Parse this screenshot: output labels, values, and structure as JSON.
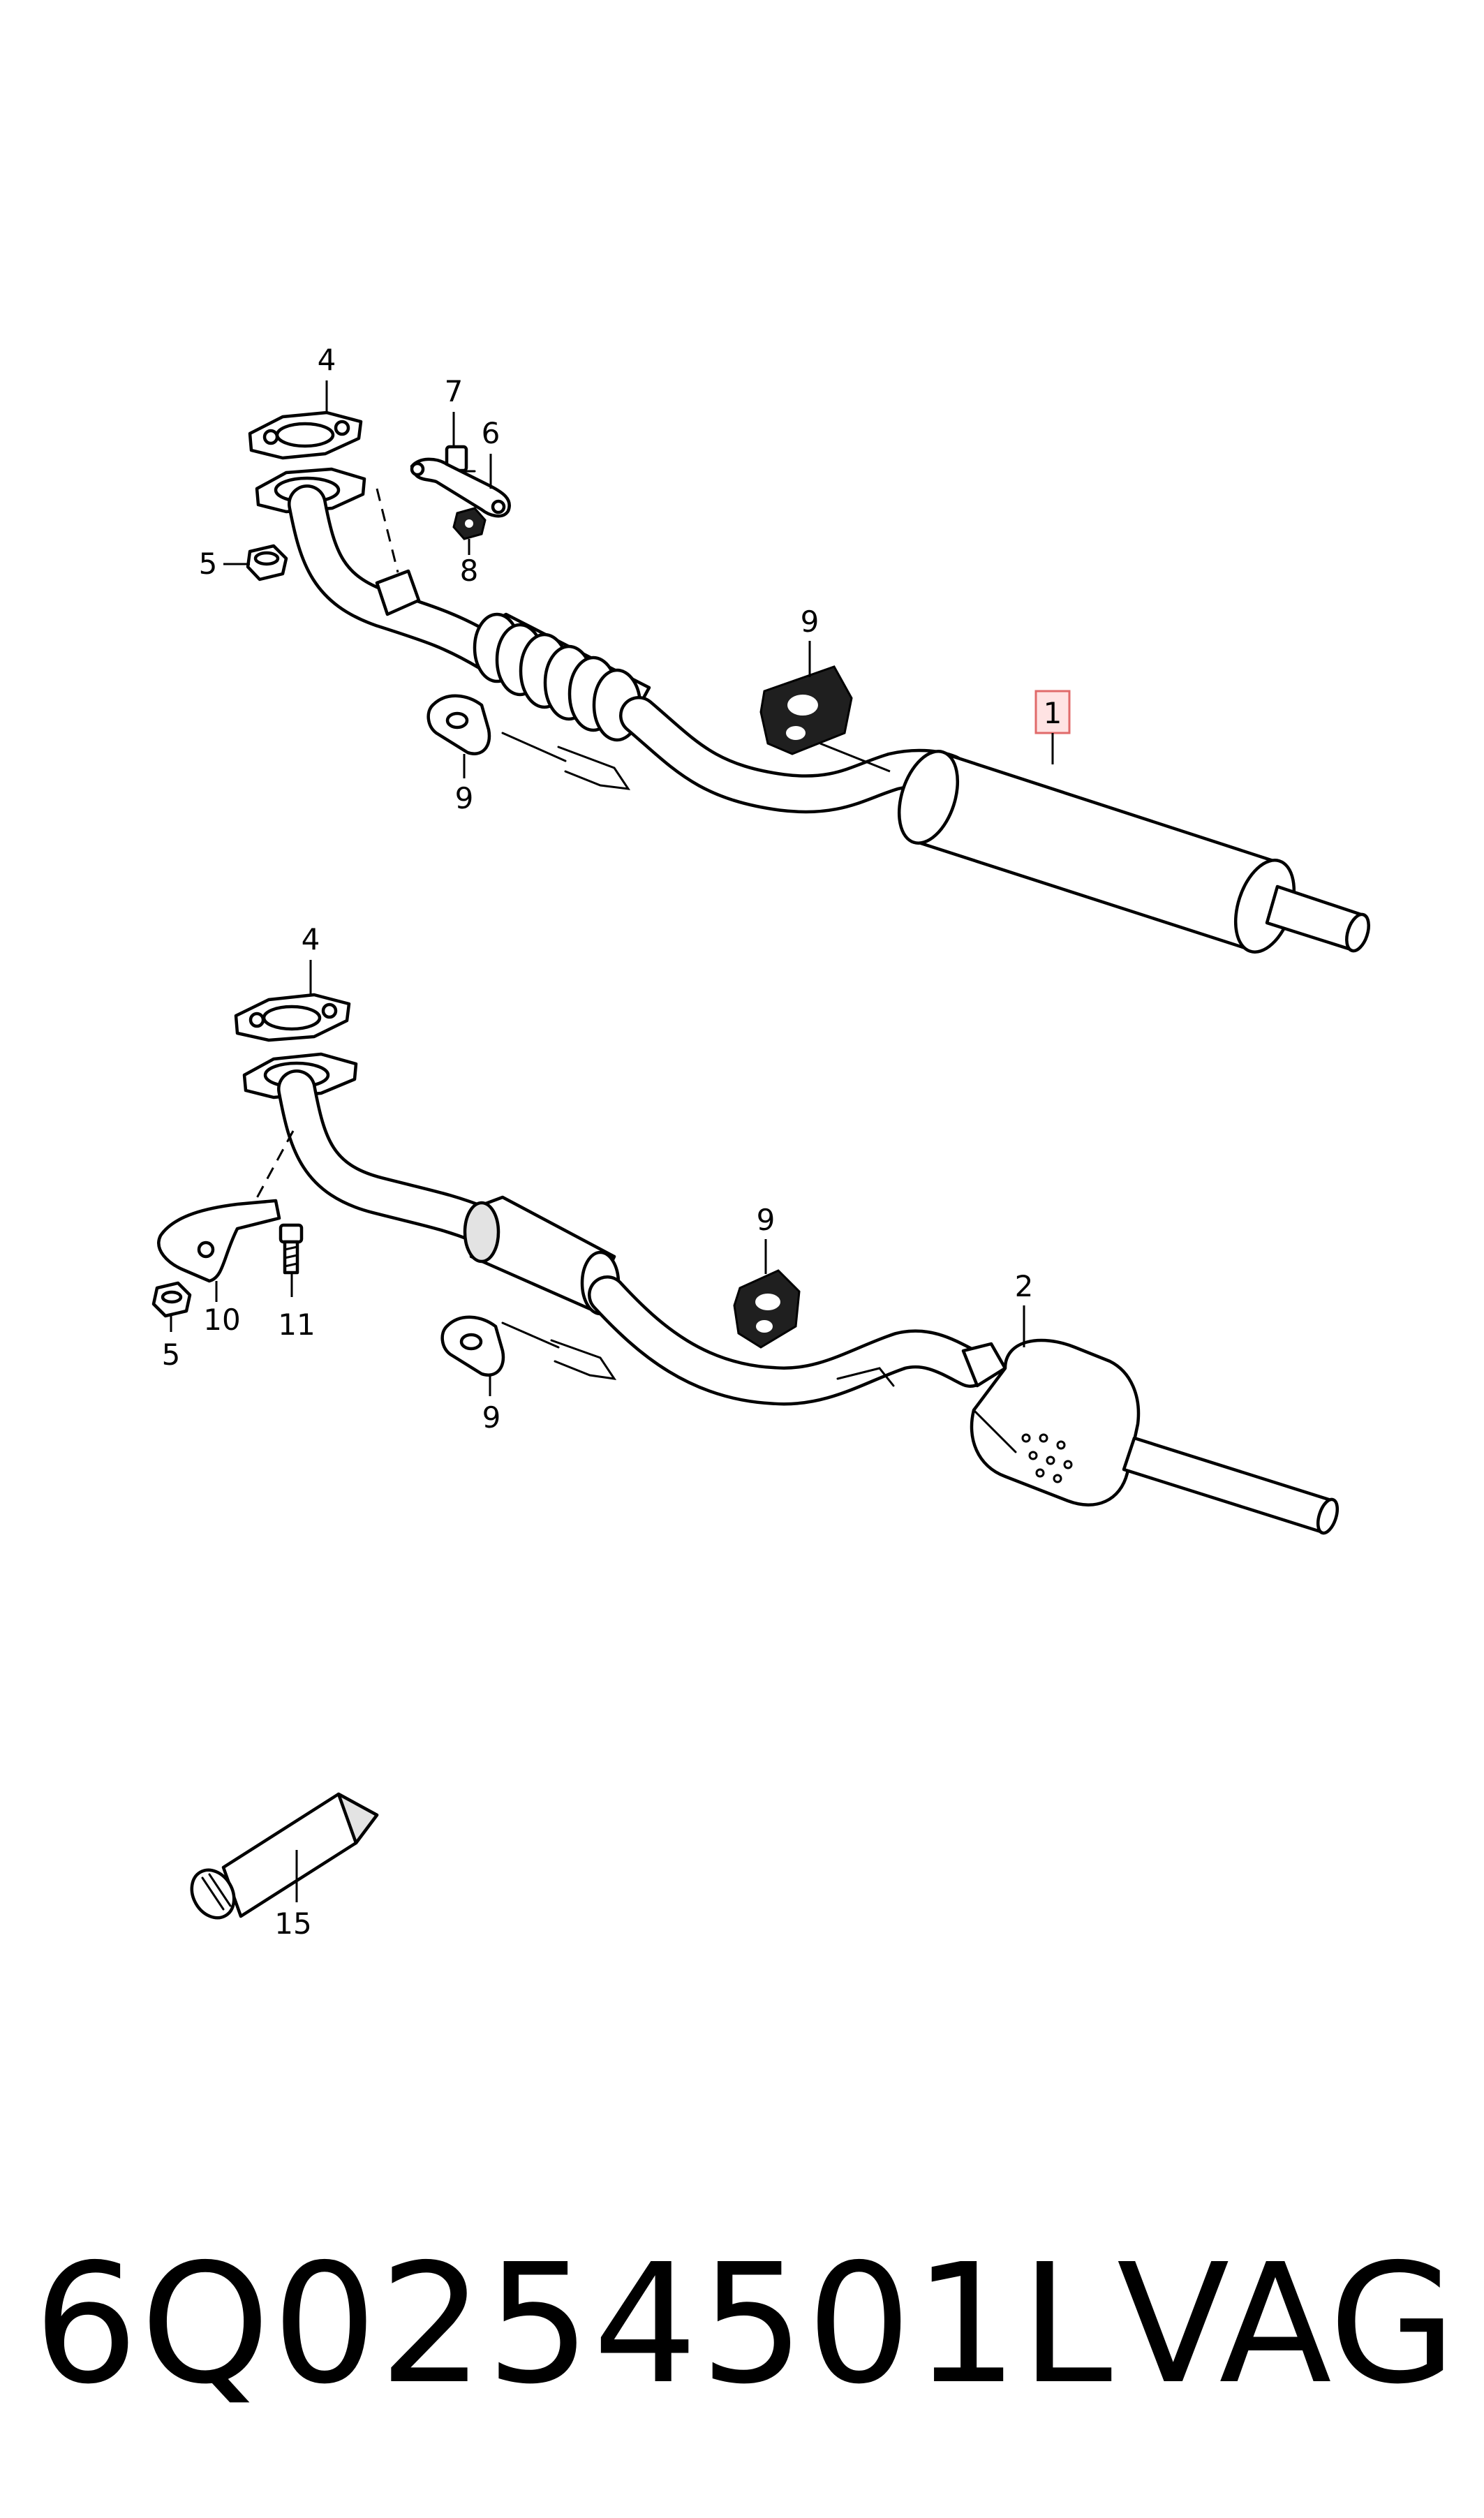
{
  "callouts": {
    "top_4": "4",
    "top_7": "7",
    "top_6": "6",
    "top_5": "5",
    "top_8": "8",
    "top_9_mount": "9",
    "top_9_bracket": "9",
    "top_1": "1",
    "mid_4": "4",
    "mid_9_mount": "9",
    "mid_2": "2",
    "mid_10": "10",
    "mid_11": "11",
    "mid_5": "5",
    "mid_9_bracket": "9",
    "bottom_15": "15"
  },
  "footer": {
    "part_number": "6Q0254501L",
    "brand": "VAG"
  },
  "colors": {
    "line": "#000000",
    "highlight_fill": "#ffe3e3",
    "highlight_stroke": "#e06a6a"
  }
}
